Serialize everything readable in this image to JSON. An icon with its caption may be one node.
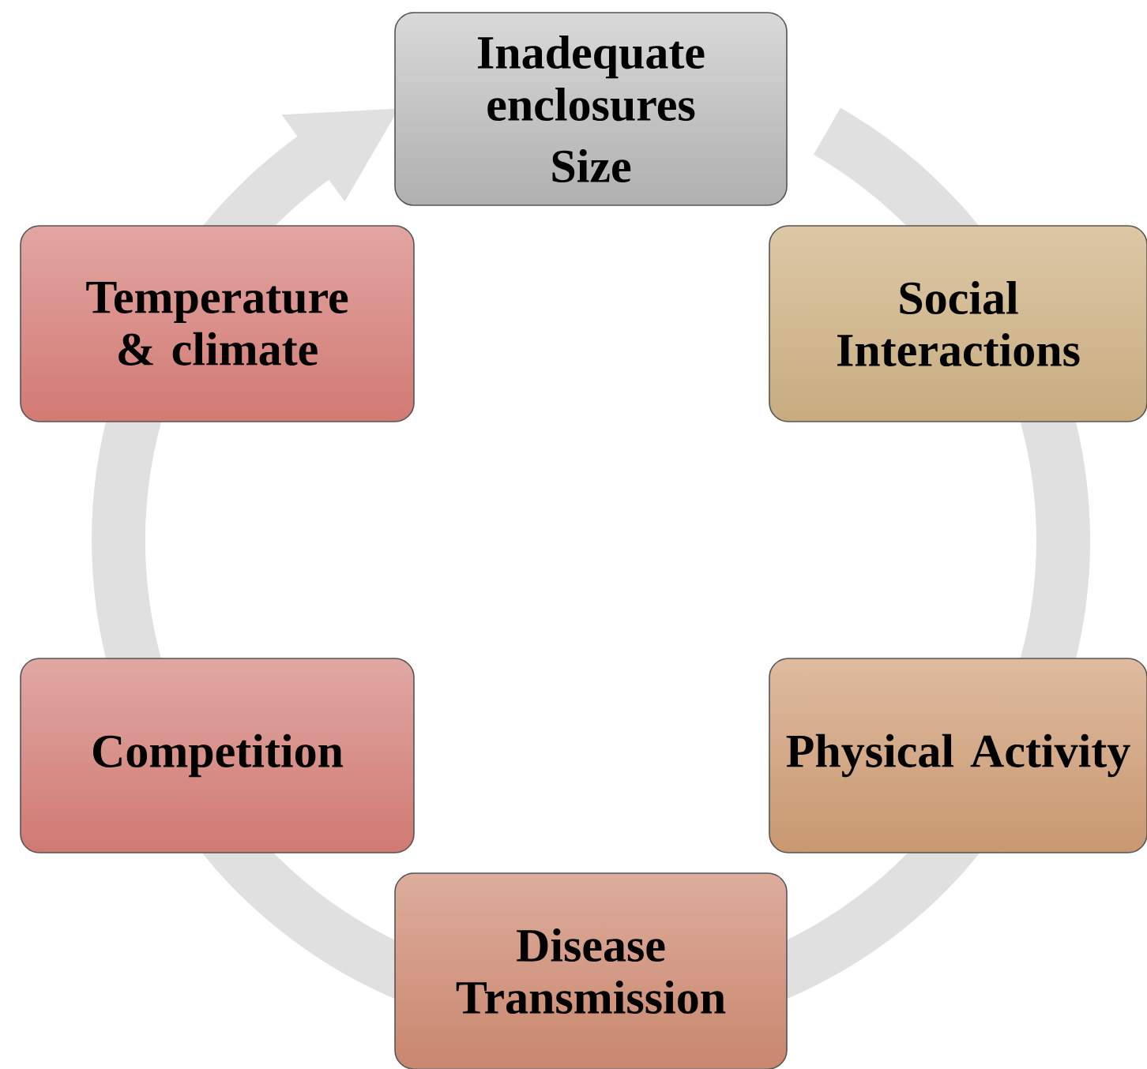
{
  "diagram": {
    "nodes": [
      {
        "text": [
          "Inadequate enclosures",
          "Size"
        ]
      },
      {
        "text": [
          "Social Interactions"
        ]
      },
      {
        "text": [
          "Physical Activity"
        ]
      },
      {
        "text": [
          "Disease Transmission"
        ]
      },
      {
        "text": [
          "Competition"
        ]
      },
      {
        "text": [
          "Temperature & climate"
        ]
      }
    ]
  }
}
